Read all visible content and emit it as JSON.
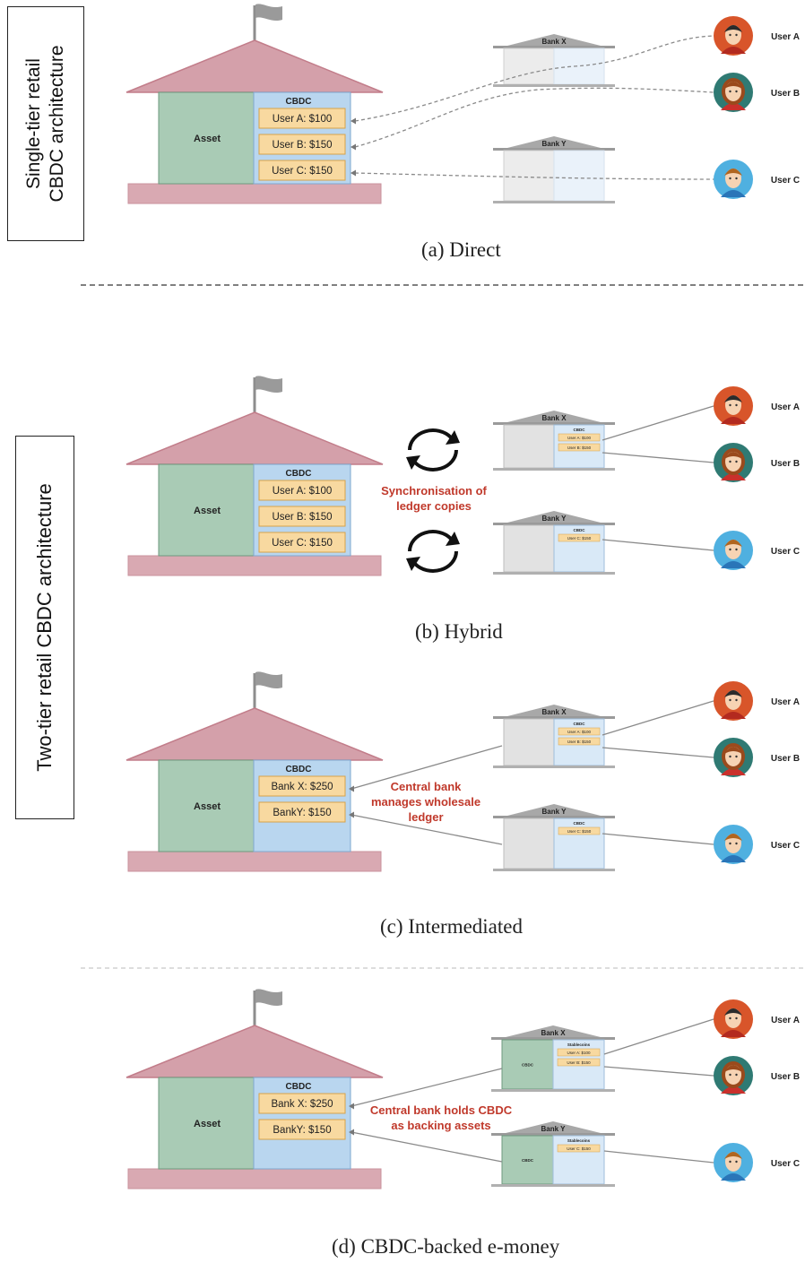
{
  "tiers": {
    "single": "Single-tier retail\nCBDC architecture",
    "two": "Two-tier retail CBDC architecture"
  },
  "captions": {
    "a": "(a) Direct",
    "b": "(b) Hybrid",
    "c": "(c) Intermediated",
    "d": "(d) CBDC-backed e-money"
  },
  "labels": {
    "asset": "Asset",
    "cbdc": "CBDC",
    "stablecoins": "Stablecoins",
    "bank_x": "Bank X",
    "bank_y": "Bank Y",
    "user_a": "User A",
    "user_b": "User B",
    "user_c": "User C",
    "user_a_100": "User A: $100",
    "user_b_150": "User B: $150",
    "user_c_150": "User C: $150",
    "bank_x_250": "Bank X: $250",
    "bank_y_150": "BankY: $150"
  },
  "annotations": {
    "sync": [
      "Synchronisation of",
      "ledger copies"
    ],
    "wholesale": [
      "Central bank",
      "manages wholesale",
      "ledger"
    ],
    "backing": [
      "Central bank holds CBDC",
      "as backing assets"
    ]
  },
  "colors": {
    "roof": "#d4a0aa",
    "roof_edge": "#c27d8a",
    "base": "#d9a9b2",
    "asset": "#a9cbb5",
    "cbdc": "#b9d6ef",
    "entry": "#f8d9a0",
    "entry_edge": "#d8a24a",
    "bank_roof": "#a8a8a8",
    "bank_left": "#e2e2e2",
    "bank_right": "#d9e9f7",
    "annotation": "#c0392b",
    "flag": "#9a9a9a"
  }
}
